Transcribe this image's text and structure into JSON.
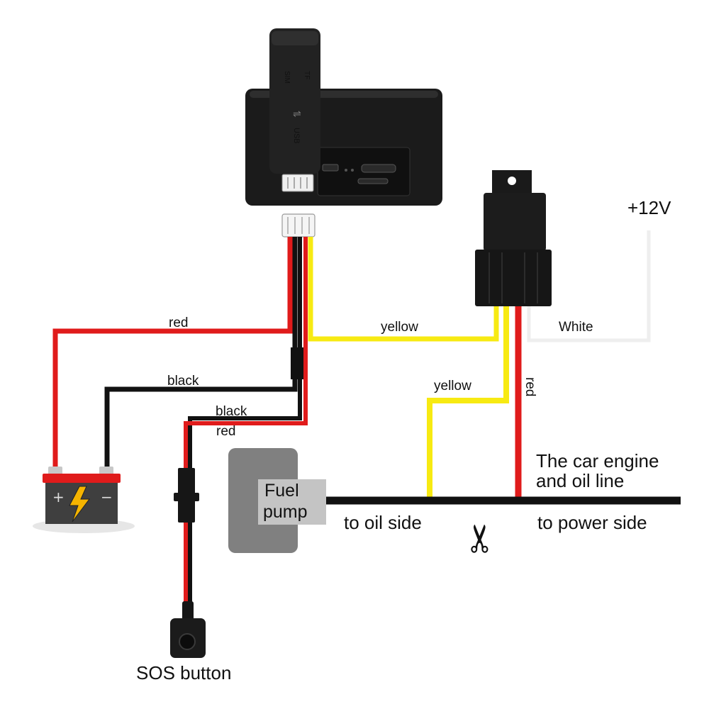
{
  "labels": {
    "red_battery": "red",
    "black_battery": "black",
    "black_sos": "black",
    "red_sos": "red",
    "yellow_top": "yellow",
    "yellow_relay": "yellow",
    "red_relay": "red",
    "white": "White",
    "plus12v": "+12V",
    "engine_line_1": "The car engine",
    "engine_line_2": "and oil line",
    "fuel_pump_1": "Fuel",
    "fuel_pump_2": "pump",
    "oil_side": "to oil side",
    "power_side": "to power side",
    "sos_button": "SOS button",
    "device_port_1": "TF",
    "device_port_2": "SIM",
    "device_port_3": "USB"
  },
  "colors": {
    "red_wire": "#e01b1b",
    "black_wire": "#111111",
    "yellow_wire": "#f7ea12",
    "white_wire": "#eeeeee",
    "device_body": "#1b1b1b",
    "fuel_pump_body": "#808080",
    "fuel_pump_label_bg": "#c4c4c4"
  }
}
